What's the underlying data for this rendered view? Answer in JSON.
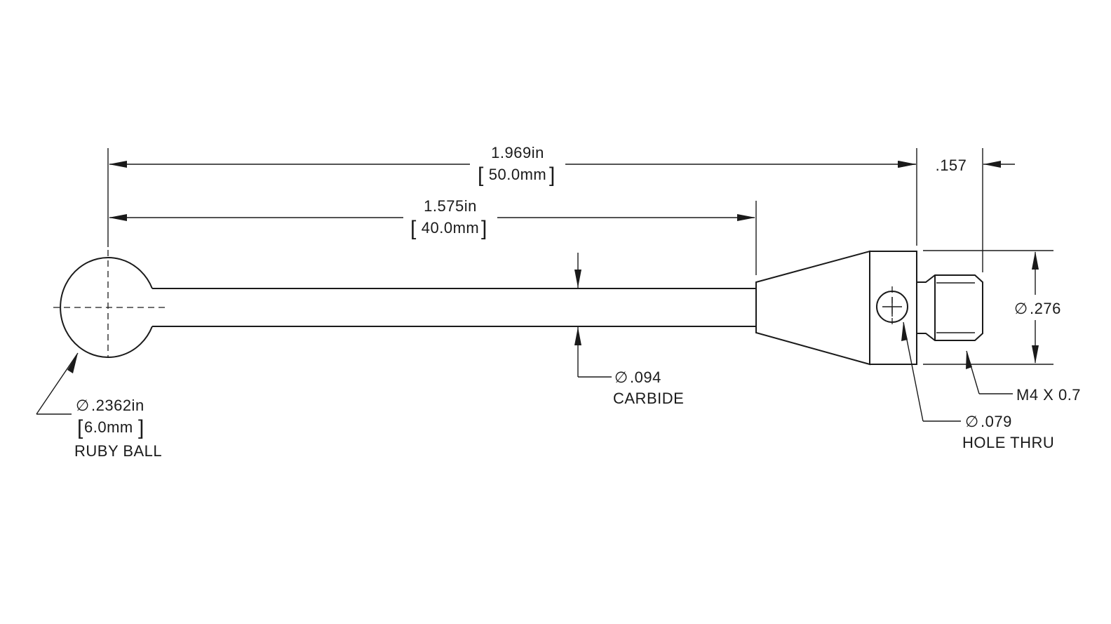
{
  "dimensions": {
    "overall_length": {
      "imperial": "1.969in",
      "metric": "50.0mm"
    },
    "stem_length": {
      "imperial": "1.575in",
      "metric": "40.0mm"
    },
    "thread_length": ".157",
    "body_diameter": ".276"
  },
  "callouts": {
    "ruby_ball": {
      "diameter": ".2362in",
      "metric": "6.0mm",
      "material": "RUBY BALL"
    },
    "stem": {
      "diameter": ".094",
      "material": "CARBIDE"
    },
    "hole": {
      "diameter": ".079",
      "note": "HOLE THRU"
    },
    "thread": {
      "spec": "M4 X 0.7"
    }
  },
  "symbols": {
    "diameter": "∅",
    "bracket_open": "[",
    "bracket_close": "]"
  }
}
